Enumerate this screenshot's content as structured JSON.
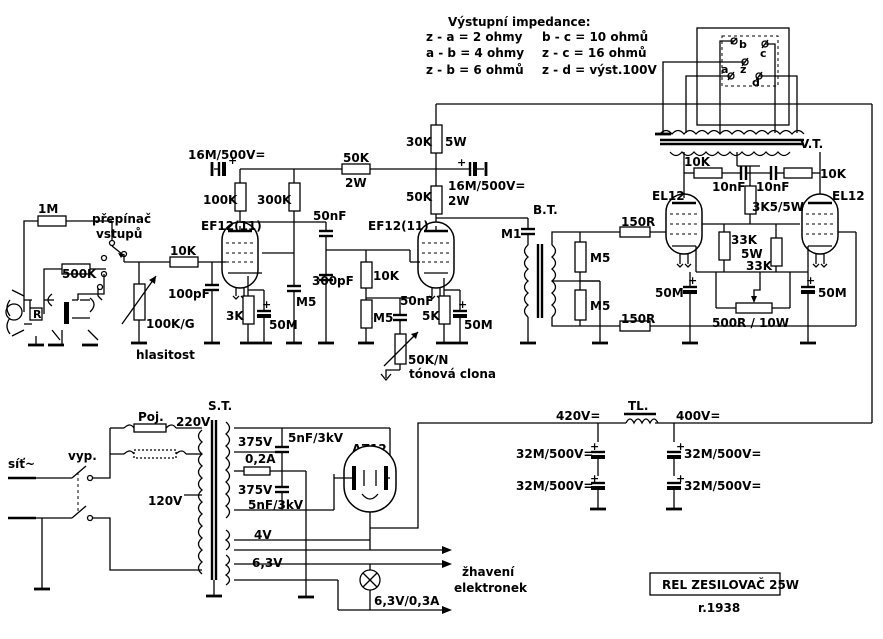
{
  "impedance": {
    "title": "Výstupní impedance:",
    "rows": [
      [
        "z - a = 2 ohmy",
        "b - c = 10 ohmů"
      ],
      [
        "a - b = 4 ohmy",
        "z - c = 16 ohmů"
      ],
      [
        "z - b = 6 ohmů",
        "z - d = výst.100V"
      ]
    ]
  },
  "labels": {
    "c16m_left": "16M/500V=",
    "r50k_2w_top": "50K",
    "r50k_2w_top_w": "2W",
    "r30k_5w": "30K",
    "r30k_5w_w": "5W",
    "c16m_right": "16M/500V=",
    "r50k_2w_mid": "50K",
    "r50k_2w_mid_w": "2W",
    "r100k": "100K",
    "r300k": "300K",
    "c50nf_a": "50nF",
    "tube1": "EF12(11)",
    "tube2": "EF12(11)",
    "bt": "B.T.",
    "m1": "M1",
    "r1m": "1M",
    "r500k": "500K",
    "selector": "přepínač",
    "selector2": "vstupů",
    "r10k_a": "10K",
    "c100pf": "100pF",
    "pot100k": "100K/G",
    "volume": "hlasitost",
    "r3k": "3K",
    "c50m_a": "50M",
    "cm5_a": "M5",
    "c300pf": "300pF",
    "r10k_b": "10K",
    "c50nf_b": "50nF",
    "rm5_b": "M5",
    "r5k": "5K",
    "c50m_b": "50M",
    "pot50k": "50K/N",
    "tone": "tónová clona",
    "rm5_c": "M5",
    "rm5_d": "M5",
    "r150r_a": "150R",
    "r150r_b": "150R",
    "r10k_c": "10K",
    "r10k_d": "10K",
    "c10nf_a": "10nF",
    "c10nf_b": "10nF",
    "r3k5": "3K5/5W",
    "el12_a": "EL12",
    "el12_b": "EL12",
    "r33k_a": "33K",
    "r33k_a_w": "5W",
    "r33k_b": "33K",
    "c50m_c": "50M",
    "c50m_d": "50M",
    "r500r": "500R / 10W",
    "vt": "V.T.",
    "st": "S.T.",
    "poj": "Poj.",
    "v220": "220V",
    "v120": "120V",
    "vyp": "vyp.",
    "sit": "síť~",
    "v375a": "375V",
    "v375b": "375V",
    "fuse02": "0,2A",
    "c5nf_a": "5nF/3kV",
    "c5nf_b": "5nF/3kV",
    "az12": "AZ12",
    "v4": "4V",
    "v63": "6,3V",
    "heater": "žhavení",
    "heater2": "elektronek",
    "lamp": "6,3V/0,3A",
    "v420": "420V=",
    "tl": "TL.",
    "v400": "400V=",
    "c32m_a": "32M/500V=",
    "c32m_b": "32M/500V=",
    "c32m_c": "32M/500V=",
    "c32m_d": "32M/500V=",
    "term_a": "a",
    "term_b": "b",
    "term_c": "c",
    "term_d": "d",
    "term_z": "z",
    "r_box": "R"
  },
  "title_block": {
    "name": "REL ZESILOVAČ 25W",
    "year": "r.1938"
  }
}
